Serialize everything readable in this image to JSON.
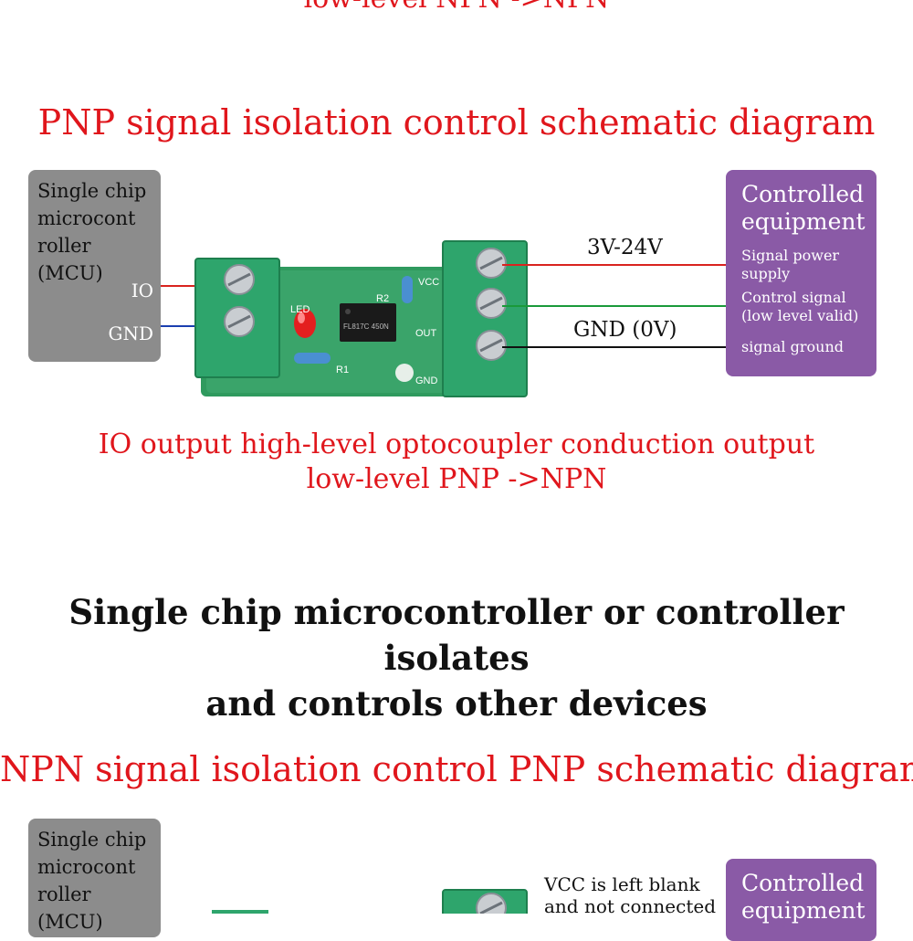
{
  "top_cut_caption": "low-level NPN ->NPN",
  "section1": {
    "title": "PNP signal isolation control schematic diagram",
    "mcu": {
      "title_lines": [
        "Single chip",
        "microcont",
        "roller (MCU)"
      ],
      "pin_io": "IO",
      "pin_gnd": "GND"
    },
    "equipment": {
      "title_lines": [
        "Controlled",
        "equipment"
      ],
      "signal_power": [
        "Signal power",
        "supply"
      ],
      "control_signal": [
        "Control signal",
        "(low level valid)"
      ],
      "signal_ground": "signal ground"
    },
    "wire_labels": {
      "power": "3V-24V",
      "ground": "GND (0V)"
    },
    "board_labels": {
      "led": "LED",
      "r1": "R1",
      "r2": "R2",
      "vcc": "VCC",
      "out": "OUT",
      "gnd": "GND",
      "chip": "FL817C 450N"
    },
    "caption_lines": [
      "IO output high-level optocoupler conduction output",
      "low-level PNP ->NPN"
    ],
    "colors": {
      "io_wire": "#d9231f",
      "gnd_wire": "#1b3fb0",
      "power_wire": "#d9231f",
      "control_wire": "#1a9a3a",
      "ground_wire": "#111111"
    }
  },
  "heading": [
    "Single chip microcontroller or controller isolates",
    "and controls other devices"
  ],
  "section2": {
    "title": "NPN signal isolation control PNP schematic diagram",
    "mcu": {
      "title_lines": [
        "Single chip",
        "microcont",
        "roller (MCU)"
      ]
    },
    "note_lines": [
      "VCC is left blank",
      "and not connected"
    ],
    "equipment": {
      "title_lines": [
        "Controlled",
        "equipment"
      ]
    }
  },
  "palette": {
    "title_red": "#e0161c",
    "mcu_gray": "#8c8c8c",
    "equipment_purple": "#8a5aa6",
    "pcb_green": "#3aa46a",
    "terminal_green": "#2ea56c"
  }
}
